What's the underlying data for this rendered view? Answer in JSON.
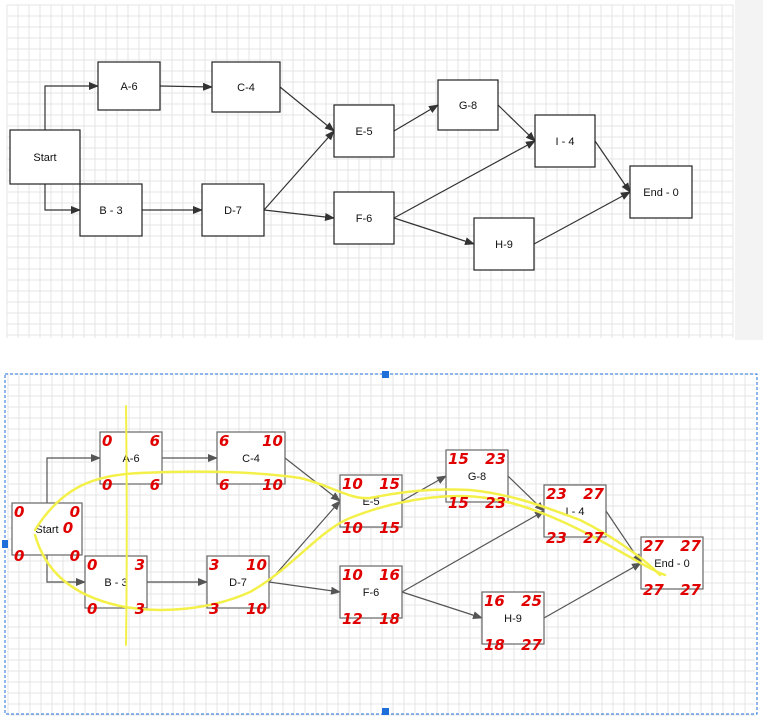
{
  "nodes": [
    {
      "id": "start",
      "label": "Start"
    },
    {
      "id": "a",
      "label": "A-6"
    },
    {
      "id": "b",
      "label": "B  - 3"
    },
    {
      "id": "c",
      "label": "C-4"
    },
    {
      "id": "d",
      "label": "D-7"
    },
    {
      "id": "e",
      "label": "E-5"
    },
    {
      "id": "f",
      "label": "F-6"
    },
    {
      "id": "g",
      "label": "G-8"
    },
    {
      "id": "h",
      "label": "H-9"
    },
    {
      "id": "i",
      "label": "I - 4"
    },
    {
      "id": "end",
      "label": "End - 0"
    }
  ],
  "edges": [
    [
      "start",
      "a"
    ],
    [
      "start",
      "b"
    ],
    [
      "a",
      "c"
    ],
    [
      "b",
      "d"
    ],
    [
      "c",
      "e"
    ],
    [
      "d",
      "e"
    ],
    [
      "d",
      "f"
    ],
    [
      "e",
      "g"
    ],
    [
      "f",
      "i"
    ],
    [
      "f",
      "h"
    ],
    [
      "g",
      "i"
    ],
    [
      "i",
      "end"
    ],
    [
      "h",
      "end"
    ]
  ],
  "annotations": {
    "start": {
      "tl": "0",
      "tr": "0",
      "bl": "0",
      "br": "0",
      "mid": "0"
    },
    "a": {
      "tl": "0",
      "tr": "6",
      "bl": "0",
      "br": "6"
    },
    "b": {
      "tl": "0",
      "tr": "3",
      "bl": "0",
      "br": "3"
    },
    "c": {
      "tl": "6",
      "tr": "10",
      "bl": "6",
      "br": "10"
    },
    "d": {
      "tl": "3",
      "tr": "10",
      "bl": "3",
      "br": "10"
    },
    "e": {
      "tl": "10",
      "tr": "15",
      "bl": "10",
      "br": "15"
    },
    "f": {
      "tl": "10",
      "tr": "16",
      "bl": "12",
      "br": "18"
    },
    "g": {
      "tl": "15",
      "tr": "23",
      "bl": "15",
      "br": "23"
    },
    "h": {
      "tl": "16",
      "tr": "25",
      "bl": "18",
      "br": "27"
    },
    "i": {
      "tl": "23",
      "tr": "27",
      "bl": "23",
      "br": "27"
    },
    "end": {
      "tl": "27",
      "tr": "27",
      "bl": "27",
      "br": "27"
    }
  },
  "colors": {
    "grid": "#e4e4e4",
    "node_border": "#222222",
    "edge": "#333333",
    "bottom_edge": "#555555",
    "handwriting": "#e00000",
    "highlight": "#f4f04a",
    "selection": "#1e6fd9"
  }
}
